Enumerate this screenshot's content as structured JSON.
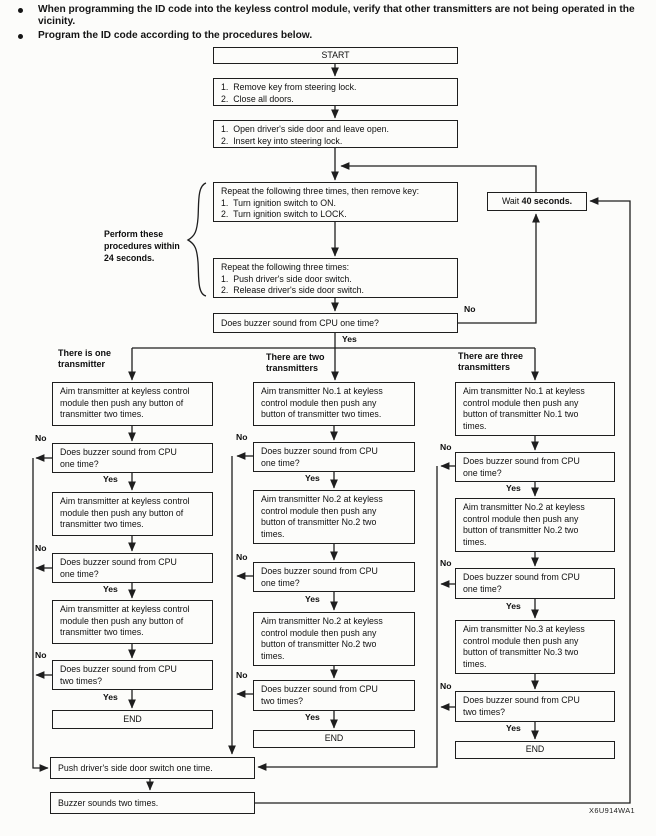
{
  "intro": {
    "bullets": [
      "When programming the ID code into the keyless control module, verify that other transmitters are not being operated in the vicinity.",
      "Program the ID code according to the procedures below."
    ]
  },
  "labels": {
    "yes": "Yes",
    "no": "No",
    "end": "END"
  },
  "main": {
    "start": "START",
    "remove_key": [
      "1.  Remove key from steering lock.",
      "2.  Close all doors."
    ],
    "open_door": [
      "1.  Open driver's side door and leave open.",
      "2.  Insert key into steering lock."
    ],
    "ignition": [
      "Repeat the following three times, then remove key:",
      "1.  Turn ignition switch to ON.",
      "2.  Turn ignition switch to LOCK."
    ],
    "door_switch": [
      "Repeat the following three times:",
      "1.  Push driver's side door switch.",
      "2.  Release driver's side door switch."
    ],
    "buzzer_q": "Does buzzer sound from CPU one time?",
    "wait_normal": "Wait",
    "wait_bold": "40 seconds.",
    "perform_note": [
      "Perform these",
      "procedures within",
      "24 seconds."
    ]
  },
  "questions": {
    "once": [
      "Does buzzer sound from CPU",
      "one time?"
    ],
    "twice": [
      "Does buzzer sound from CPU",
      "two times?"
    ]
  },
  "columns": {
    "one": {
      "header": [
        "There is one",
        "transmitter"
      ],
      "aim": [
        "Aim transmitter at keyless control",
        "module then push any button of",
        "transmitter two times."
      ]
    },
    "two": {
      "header": [
        "There are two",
        "transmitters"
      ],
      "aim1": [
        "Aim transmitter No.1 at keyless",
        "control module then push any",
        "button of transmitter two times."
      ],
      "aim2": [
        "Aim transmitter No.2 at keyless",
        "control module then push any",
        "button of transmitter No.2 two",
        "times."
      ]
    },
    "three": {
      "header": [
        "There are three",
        "transmitters"
      ],
      "aim1": [
        "Aim transmitter No.1 at keyless",
        "control module then push any",
        "button of transmitter No.1 two",
        "times."
      ],
      "aim2": [
        "Aim transmitter No.2 at keyless",
        "control module then push any",
        "button of transmitter No.2 two",
        "times."
      ],
      "aim3": [
        "Aim transmitter No.3 at keyless",
        "control module then push any",
        "button of transmitter No.3 two",
        "times."
      ]
    }
  },
  "bottom": {
    "push_switch": "Push driver's side door switch one time.",
    "buzzer_sounds": "Buzzer sounds two times.",
    "figure_code": "X6U914WA1"
  }
}
